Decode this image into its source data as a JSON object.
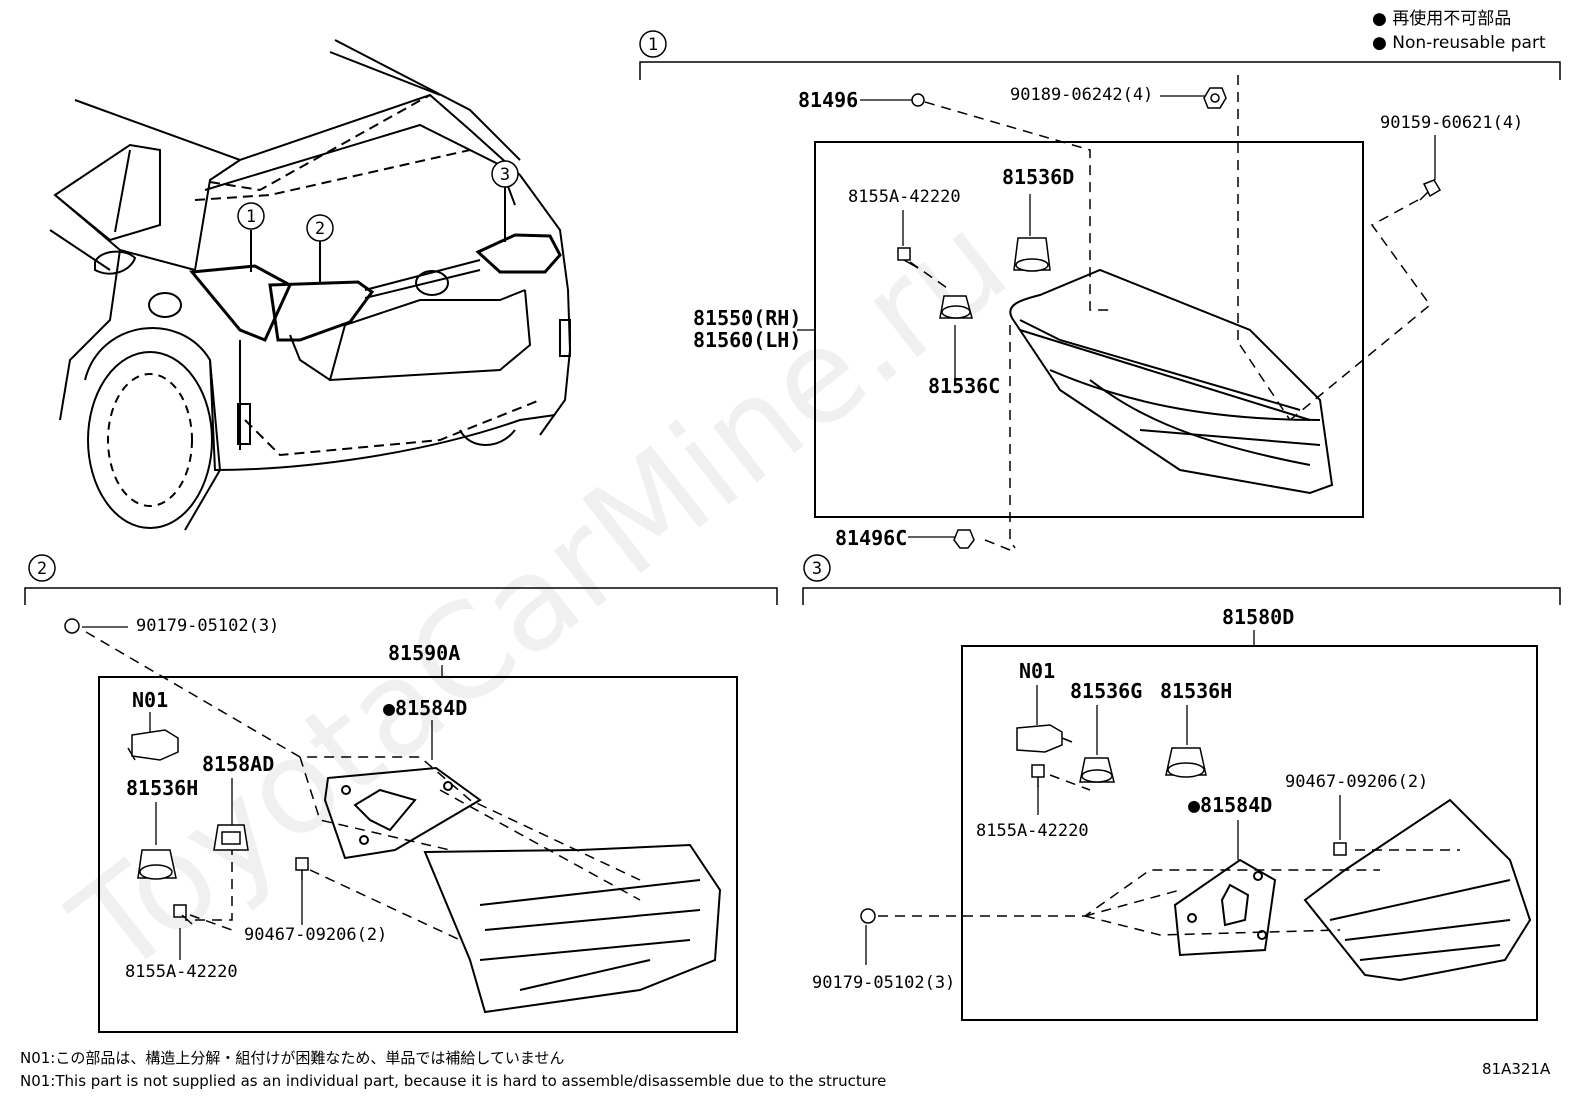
{
  "legend": {
    "line1": "● 再使用不可部品",
    "line2": "● Non-reusable part"
  },
  "section_markers": {
    "s1": "1",
    "s2": "2",
    "s3": "3"
  },
  "car_markers": {
    "m1": "1",
    "m2": "2",
    "m3": "3"
  },
  "section1": {
    "p81496": "81496",
    "p90189": "90189-06242(4)",
    "p90159": "90159-60621(4)",
    "p8155A": "8155A-42220",
    "p81536D": "81536D",
    "p81550": "81550(RH)",
    "p81560": "81560(LH)",
    "p81536C": "81536C",
    "p81496C": "81496C"
  },
  "section2": {
    "p90179": "90179-05102(3)",
    "p81590A": "81590A",
    "pN01": "N01",
    "p81584D": "●81584D",
    "p8158AD": "8158AD",
    "p81536H": "81536H",
    "p90467": "90467-09206(2)",
    "p8155A": "8155A-42220"
  },
  "section3": {
    "p81580D": "81580D",
    "pN01": "N01",
    "p81536G": "81536G",
    "p81536H": "81536H",
    "p90467": "90467-09206(2)",
    "p8155A": "8155A-42220",
    "p81584D": "●81584D",
    "p90179": "90179-05102(3)"
  },
  "notes": {
    "jp": "N01:この部品は、構造上分解・組付けが困難なため、単品では補給していません",
    "en": "N01:This part is not supplied as an individual part, because it is hard to assemble/disassemble due to the structure"
  },
  "diagram_id": "81A321A",
  "watermark": "ToyotaCarMine.ru"
}
